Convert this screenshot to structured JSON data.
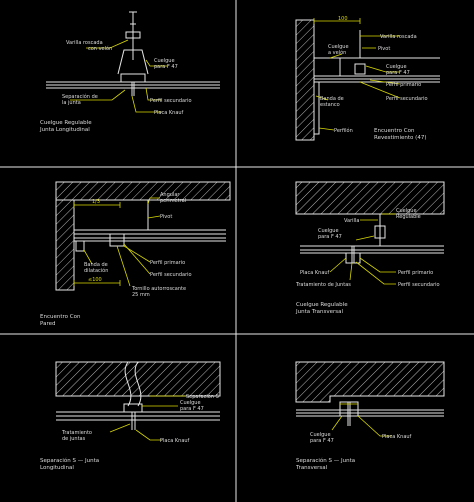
{
  "colors": {
    "background": "#000000",
    "frame": "#e8e8e8",
    "linework": "#e6e6e6",
    "callout": "#d8d800",
    "dimension": "#d8d800",
    "hatch": "#b8b8b8",
    "label": "#dcdcdc"
  },
  "panels": [
    {
      "id": "p1",
      "callouts": [
        "Varilla roscada",
        "con velón",
        "Cuelgue",
        "para F 47",
        "Perfil secundario",
        "Placa Knauf",
        "Separación de",
        "la junta"
      ],
      "caption": [
        "Cuelgue Regulable",
        "Junta Longitudinal"
      ]
    },
    {
      "id": "p2",
      "dims": [
        "100"
      ],
      "callouts": [
        "Varilla roscada",
        "Pivot",
        "Cuelgue",
        "a velón",
        "Cuelgue",
        "para F 47",
        "Perfil primario",
        "Perfil secundario",
        "Banda de",
        "estanco",
        "Perfilón"
      ],
      "caption": [
        "Encuentro Con",
        "Revestimiento (47)"
      ]
    },
    {
      "id": "p3",
      "dims": [
        "1/3",
        "≤100"
      ],
      "callouts": [
        "Angular",
        "perimetral",
        "Pivot",
        "Banda de",
        "dilatación",
        "Perfil primario",
        "Perfil secundario",
        "Tornillo autorroscante",
        "25 mm"
      ],
      "caption": [
        "Encuentro Con",
        "Pared"
      ]
    },
    {
      "id": "p4",
      "callouts": [
        "Cuelgue",
        "Regulable",
        "Varilla",
        "Cuelgue",
        "para F 47",
        "Placa Knauf",
        "Tratamiento de Juntas",
        "Perfil primario",
        "Perfil secundario"
      ],
      "caption": [
        "Cuelgue Regulable",
        "Junta Transversal"
      ]
    },
    {
      "id": "p5",
      "callouts": [
        "Separación S",
        "Cuelgue",
        "para F 47",
        "Tratamiento",
        "de juntas",
        "Placa Knauf"
      ],
      "caption": [
        "Separación S — Junta",
        "Longitudinal"
      ]
    },
    {
      "id": "p6",
      "callouts": [
        "Cuelgue",
        "para F 47",
        "Placa Knauf"
      ],
      "caption": [
        "Separación S — Junta",
        "Transversal"
      ]
    }
  ]
}
